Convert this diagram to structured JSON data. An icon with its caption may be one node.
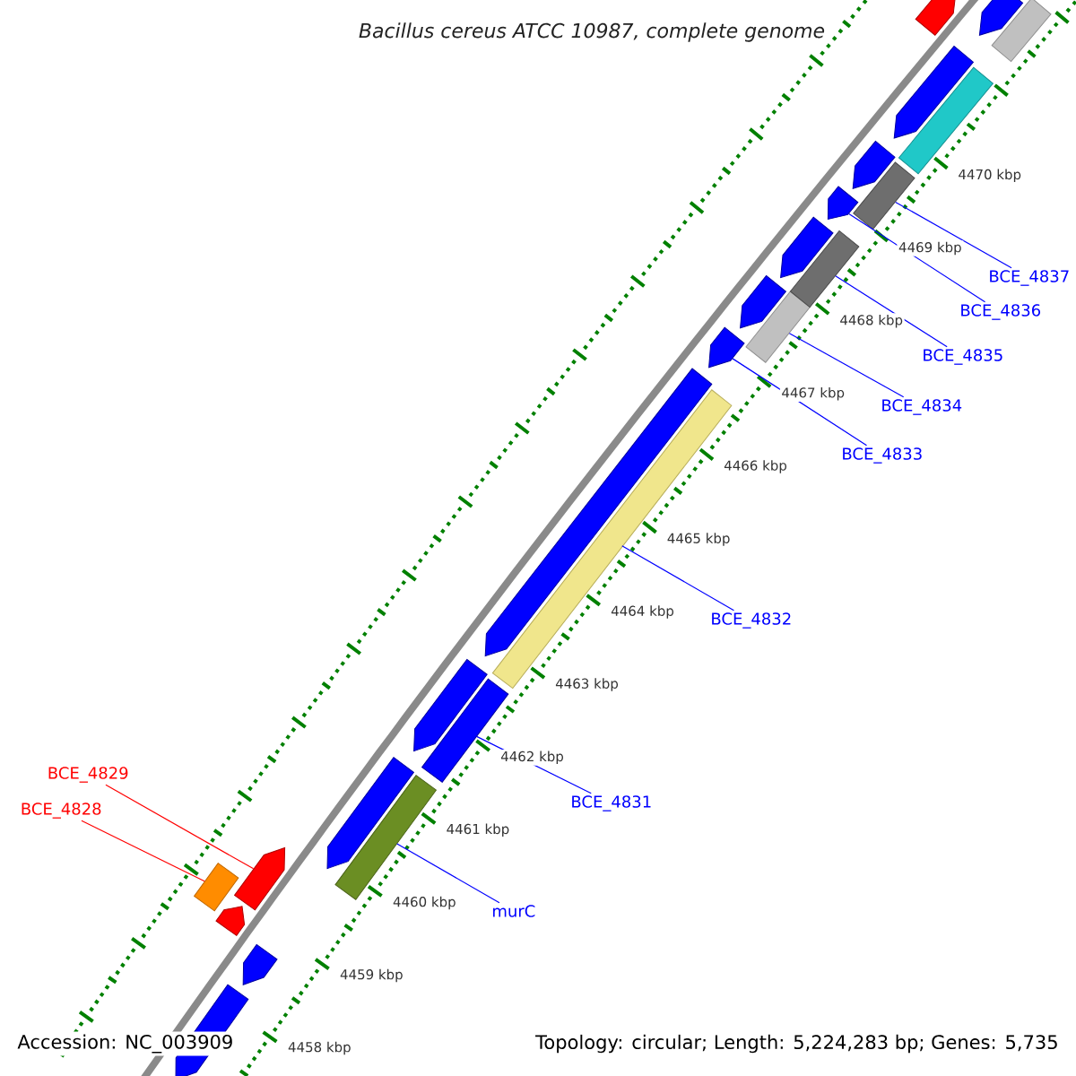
{
  "diagram": {
    "title": "Bacillus cereus ATCC 10987, complete genome",
    "nodes": [
      {
        "text": [
          "BCE_4837"
        ]
      },
      {
        "text": [],
        "shape": "bar"
      },
      {
        "text": [
          "BCE_4836"
        ]
      },
      {
        "text": [],
        "shape": "arrow"
      },
      {
        "text": [
          "BCE_4835"
        ]
      },
      {
        "text": [],
        "shape": "bar"
      },
      {
        "text": [
          "BCE_4834"
        ]
      },
      {
        "text": [],
        "shape": "bar"
      },
      {
        "text": [
          "BCE_4833"
        ]
      },
      {
        "text": [],
        "shape": "arrow"
      },
      {
        "text": [
          "BCE_4832"
        ]
      },
      {
        "text": [],
        "shape": "bar"
      },
      {
        "text": [
          "BCE_4829"
        ]
      },
      {
        "text": [],
        "shape": "arrow"
      },
      {
        "text": [
          "BCE_4831"
        ]
      },
      {
        "text": [],
        "shape": "bar"
      },
      {
        "text": [
          "BCE_4828"
        ]
      },
      {
        "text": [],
        "shape": "box"
      },
      {
        "text": [
          "murC"
        ]
      },
      {
        "text": [],
        "shape": "bar"
      },
      {
        "text": [],
        "shape": "arrow"
      },
      {
        "text": [],
        "shape": "arrow"
      },
      {
        "text": [],
        "shape": "arrow"
      },
      {
        "text": [],
        "shape": "arrow"
      },
      {
        "text": [],
        "shape": "arrow"
      },
      {
        "text": [],
        "shape": "arrow"
      },
      {
        "text": [],
        "shape": "arrow"
      },
      {
        "text": [],
        "shape": "arrow"
      },
      {
        "text": [],
        "shape": "arrow"
      },
      {
        "text": [],
        "shape": "bar"
      },
      {
        "text": [],
        "shape": "arrow"
      },
      {
        "text": [],
        "shape": "arrow"
      },
      {
        "text": [],
        "shape": "arrow"
      },
      {
        "text": [],
        "shape": "bar"
      }
    ],
    "edges": [
      {
        "from": 0,
        "to": 1,
        "arrow": "none"
      },
      {
        "from": 2,
        "to": 3,
        "arrow": "none"
      },
      {
        "from": 4,
        "to": 5,
        "arrow": "none"
      },
      {
        "from": 6,
        "to": 7,
        "arrow": "none"
      },
      {
        "from": 8,
        "to": 9,
        "arrow": "none"
      },
      {
        "from": 10,
        "to": 11,
        "arrow": "none"
      },
      {
        "from": 12,
        "to": 13,
        "arrow": "none",
        "color": "#ff0000"
      },
      {
        "from": 14,
        "to": 15,
        "arrow": "none"
      },
      {
        "from": 16,
        "to": 17,
        "arrow": "none",
        "color": "#ff0000"
      },
      {
        "from": 18,
        "to": 19,
        "arrow": "none"
      }
    ],
    "labels": [
      "4470 kbp",
      "4469 kbp",
      "4468 kbp",
      "4467 kbp",
      "4466 kbp",
      "4465 kbp",
      "4464 kbp",
      "4463 kbp",
      "4462 kbp",
      "4461 kbp",
      "4460 kbp",
      "4459 kbp",
      "4458 kbp",
      "Accession: NC_003909",
      "Topology: circular; Length: 5,224,283 bp; Genes: 5,735"
    ]
  }
}
